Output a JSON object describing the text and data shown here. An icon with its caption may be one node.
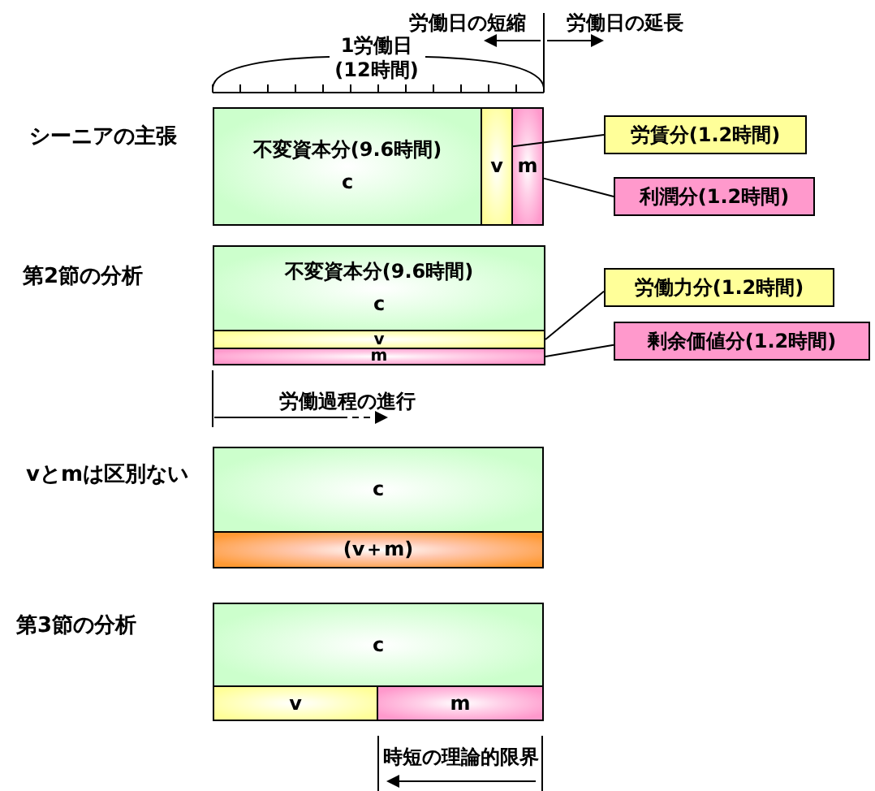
{
  "diagram": {
    "nodes": [
      {
        "text": [
          "不変資本分(9.6時間)",
          "c"
        ]
      },
      {
        "text": [
          "v"
        ]
      },
      {
        "text": [
          "m"
        ]
      },
      {
        "text": [
          "労賃分(1.2時間)"
        ]
      },
      {
        "text": [
          "利潤分(1.2時間)"
        ]
      },
      {
        "text": [
          "不変資本分(9.6時間)",
          "c"
        ]
      },
      {
        "text": [
          "v"
        ]
      },
      {
        "text": [
          "m"
        ]
      },
      {
        "text": [
          "労働力分(1.2時間)"
        ]
      },
      {
        "text": [
          "剰余価値分(1.2時間)"
        ]
      },
      {
        "text": [
          "c"
        ]
      },
      {
        "text": [
          "(v＋m)"
        ]
      },
      {
        "text": [
          "c"
        ]
      },
      {
        "text": [
          "v"
        ]
      },
      {
        "text": [
          "m"
        ]
      }
    ],
    "edges": [
      {
        "from": 3,
        "to": 1,
        "arrow": "none"
      },
      {
        "from": 4,
        "to": 2,
        "arrow": "none"
      },
      {
        "from": 8,
        "to": 6,
        "arrow": "none"
      },
      {
        "from": 9,
        "to": 7,
        "arrow": "none"
      }
    ],
    "labels": [
      "労働日の短縮",
      "労働日の延長",
      "1労働日(12時間)",
      "シーニアの主張",
      "第2節の分析",
      "労働過程の進行",
      "vとmは区別ない",
      "第3節の分析",
      "時短の理論的限界"
    ]
  }
}
